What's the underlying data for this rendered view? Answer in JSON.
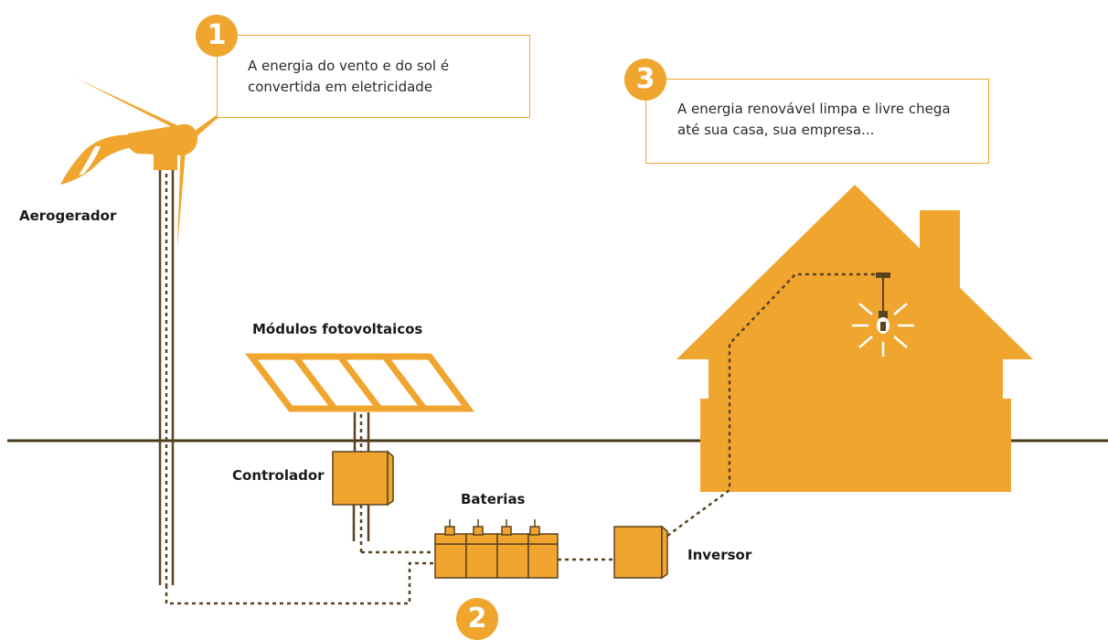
{
  "labels": {
    "wind_turbine": "Aerogerador",
    "solar_modules": "Módulos fotovoltaicos",
    "controller": "Controlador",
    "batteries": "Baterias",
    "inverter": "Inversor"
  },
  "steps": [
    {
      "number": "1",
      "text_line1": "A energia do vento e do sol é",
      "text_line2": "convertida em eletricidade"
    },
    {
      "number": "2"
    },
    {
      "number": "3",
      "text_line1": "A energia renovável limpa e livre chega",
      "text_line2": "até sua casa, sua empresa..."
    }
  ],
  "colors": {
    "accent": "#f0a52e",
    "ground_line": "#4a3b1e",
    "wire": "#5a4320",
    "text": "#1a1a1a"
  }
}
